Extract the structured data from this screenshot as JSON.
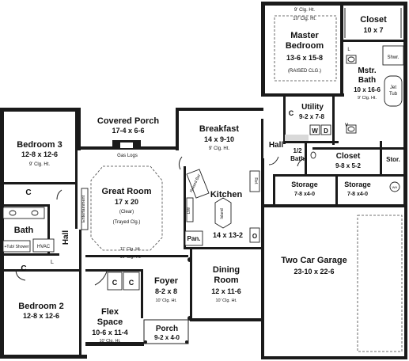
{
  "rooms": {
    "master_bedroom": {
      "name_line1": "Master",
      "name_line2": "Bedroom",
      "dims": "13-6 x 15-8",
      "note": "(RAISED CLG.)",
      "ceiling": "10' Clg. Ht.",
      "ceiling_top": "9' Clg. Ht."
    },
    "closet_master": {
      "name": "Closet",
      "dims": "10 x 7"
    },
    "master_bath": {
      "name_line1": "Mstr.",
      "name_line2": "Bath",
      "dims": "10 x 16-6",
      "ceiling": "9' Clg. Ht.",
      "shower": "Shwr.",
      "tub_line1": "Jet",
      "tub_line2": "Tub",
      "linen": "L"
    },
    "utility": {
      "name": "Utility",
      "dims": "9-2 x 7-8",
      "c_label": "C",
      "w_label": "W",
      "d_label": "D",
      "v_label": "V"
    },
    "covered_porch": {
      "name": "Covered Porch",
      "dims": "17-4 x 6-6",
      "gas_logs": "Gas Logs"
    },
    "breakfast": {
      "name": "Breakfast",
      "dims": "14 x 9-10",
      "ceiling": "9' Clg. Ht."
    },
    "bedroom3": {
      "name": "Bedroom 3",
      "dims": "12-8 x 12-6",
      "ceiling": "9' Clg. Ht."
    },
    "great_room": {
      "name": "Great Room",
      "dims": "17 x 20",
      "note1": "(Clear)",
      "note2": "(Trayed Clg.)",
      "ceiling1": "11' Clg. Ht.",
      "ceiling2": "10' Clg. Ht."
    },
    "kitchen": {
      "name": "Kitchen",
      "dims": "14 x 13-2",
      "raised_bar": "Raised Bar",
      "island": "Island",
      "dw": "DW",
      "ref": "Ref.",
      "pantry": "Pan.",
      "oven": "O"
    },
    "hall_upper": {
      "name": "Hall"
    },
    "half_bath": {
      "name_line1": "1/2",
      "name_line2": "Bath"
    },
    "closet_small": {
      "name": "Closet",
      "dims": "9-8 x 5-2"
    },
    "storage_right": {
      "name": "Stor."
    },
    "storage1": {
      "name": "Storage",
      "dims": "7-8 x4-0"
    },
    "storage2": {
      "name": "Storage",
      "dims": "7-8 x4-0",
      "wh": "WH"
    },
    "bath": {
      "name": "Bath",
      "tub_shower": "+Tub/ Shower",
      "hvac": "HVAC",
      "linen": "L",
      "c_label": "C"
    },
    "hall_left": {
      "name": "Hall"
    },
    "entertainment": {
      "name": "Entertainment"
    },
    "two_car_garage": {
      "name": "Two Car Garage",
      "dims": "23-10 x 22-6"
    },
    "bedroom2": {
      "name": "Bedroom 2",
      "dims": "12-8 x 12-6",
      "c_label": "C"
    },
    "flex_space": {
      "name_line1": "Flex",
      "name_line2": "Space",
      "dims": "10-6 x 11-4",
      "ceiling": "10' Clg. Ht.",
      "c1": "C",
      "c2": "C"
    },
    "foyer": {
      "name": "Foyer",
      "dims": "8-2 x 8",
      "ceiling": "10' Clg. Ht."
    },
    "dining_room": {
      "name_line1": "Dining",
      "name_line2": "Room",
      "dims": "12 x 11-6",
      "ceiling": "10' Clg. Ht."
    },
    "porch": {
      "name": "Porch",
      "dims": "9-2 x 4-0"
    },
    "closet_bed3": {
      "c_label": "C"
    }
  }
}
